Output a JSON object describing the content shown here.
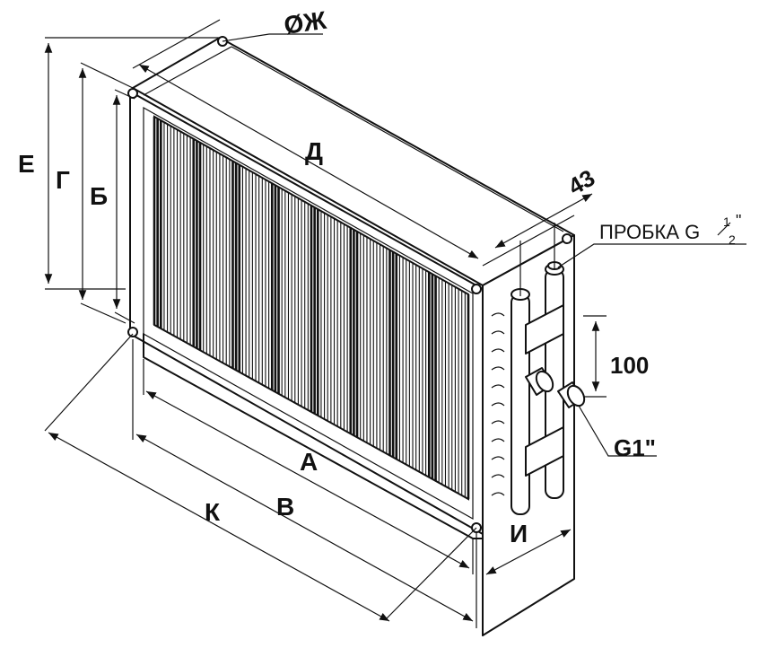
{
  "labels": {
    "e": "Е",
    "g": "Г",
    "b": "Б",
    "diam": "ØЖ",
    "d": "Д",
    "dim43": "43",
    "plug_text": "ПРОБКА G",
    "plug_num": "1",
    "plug_den": "2",
    "plug_mark": "\"",
    "dim100": "100",
    "g1": "G1\"",
    "a": "А",
    "v": "В",
    "k": "К",
    "i": "И"
  }
}
